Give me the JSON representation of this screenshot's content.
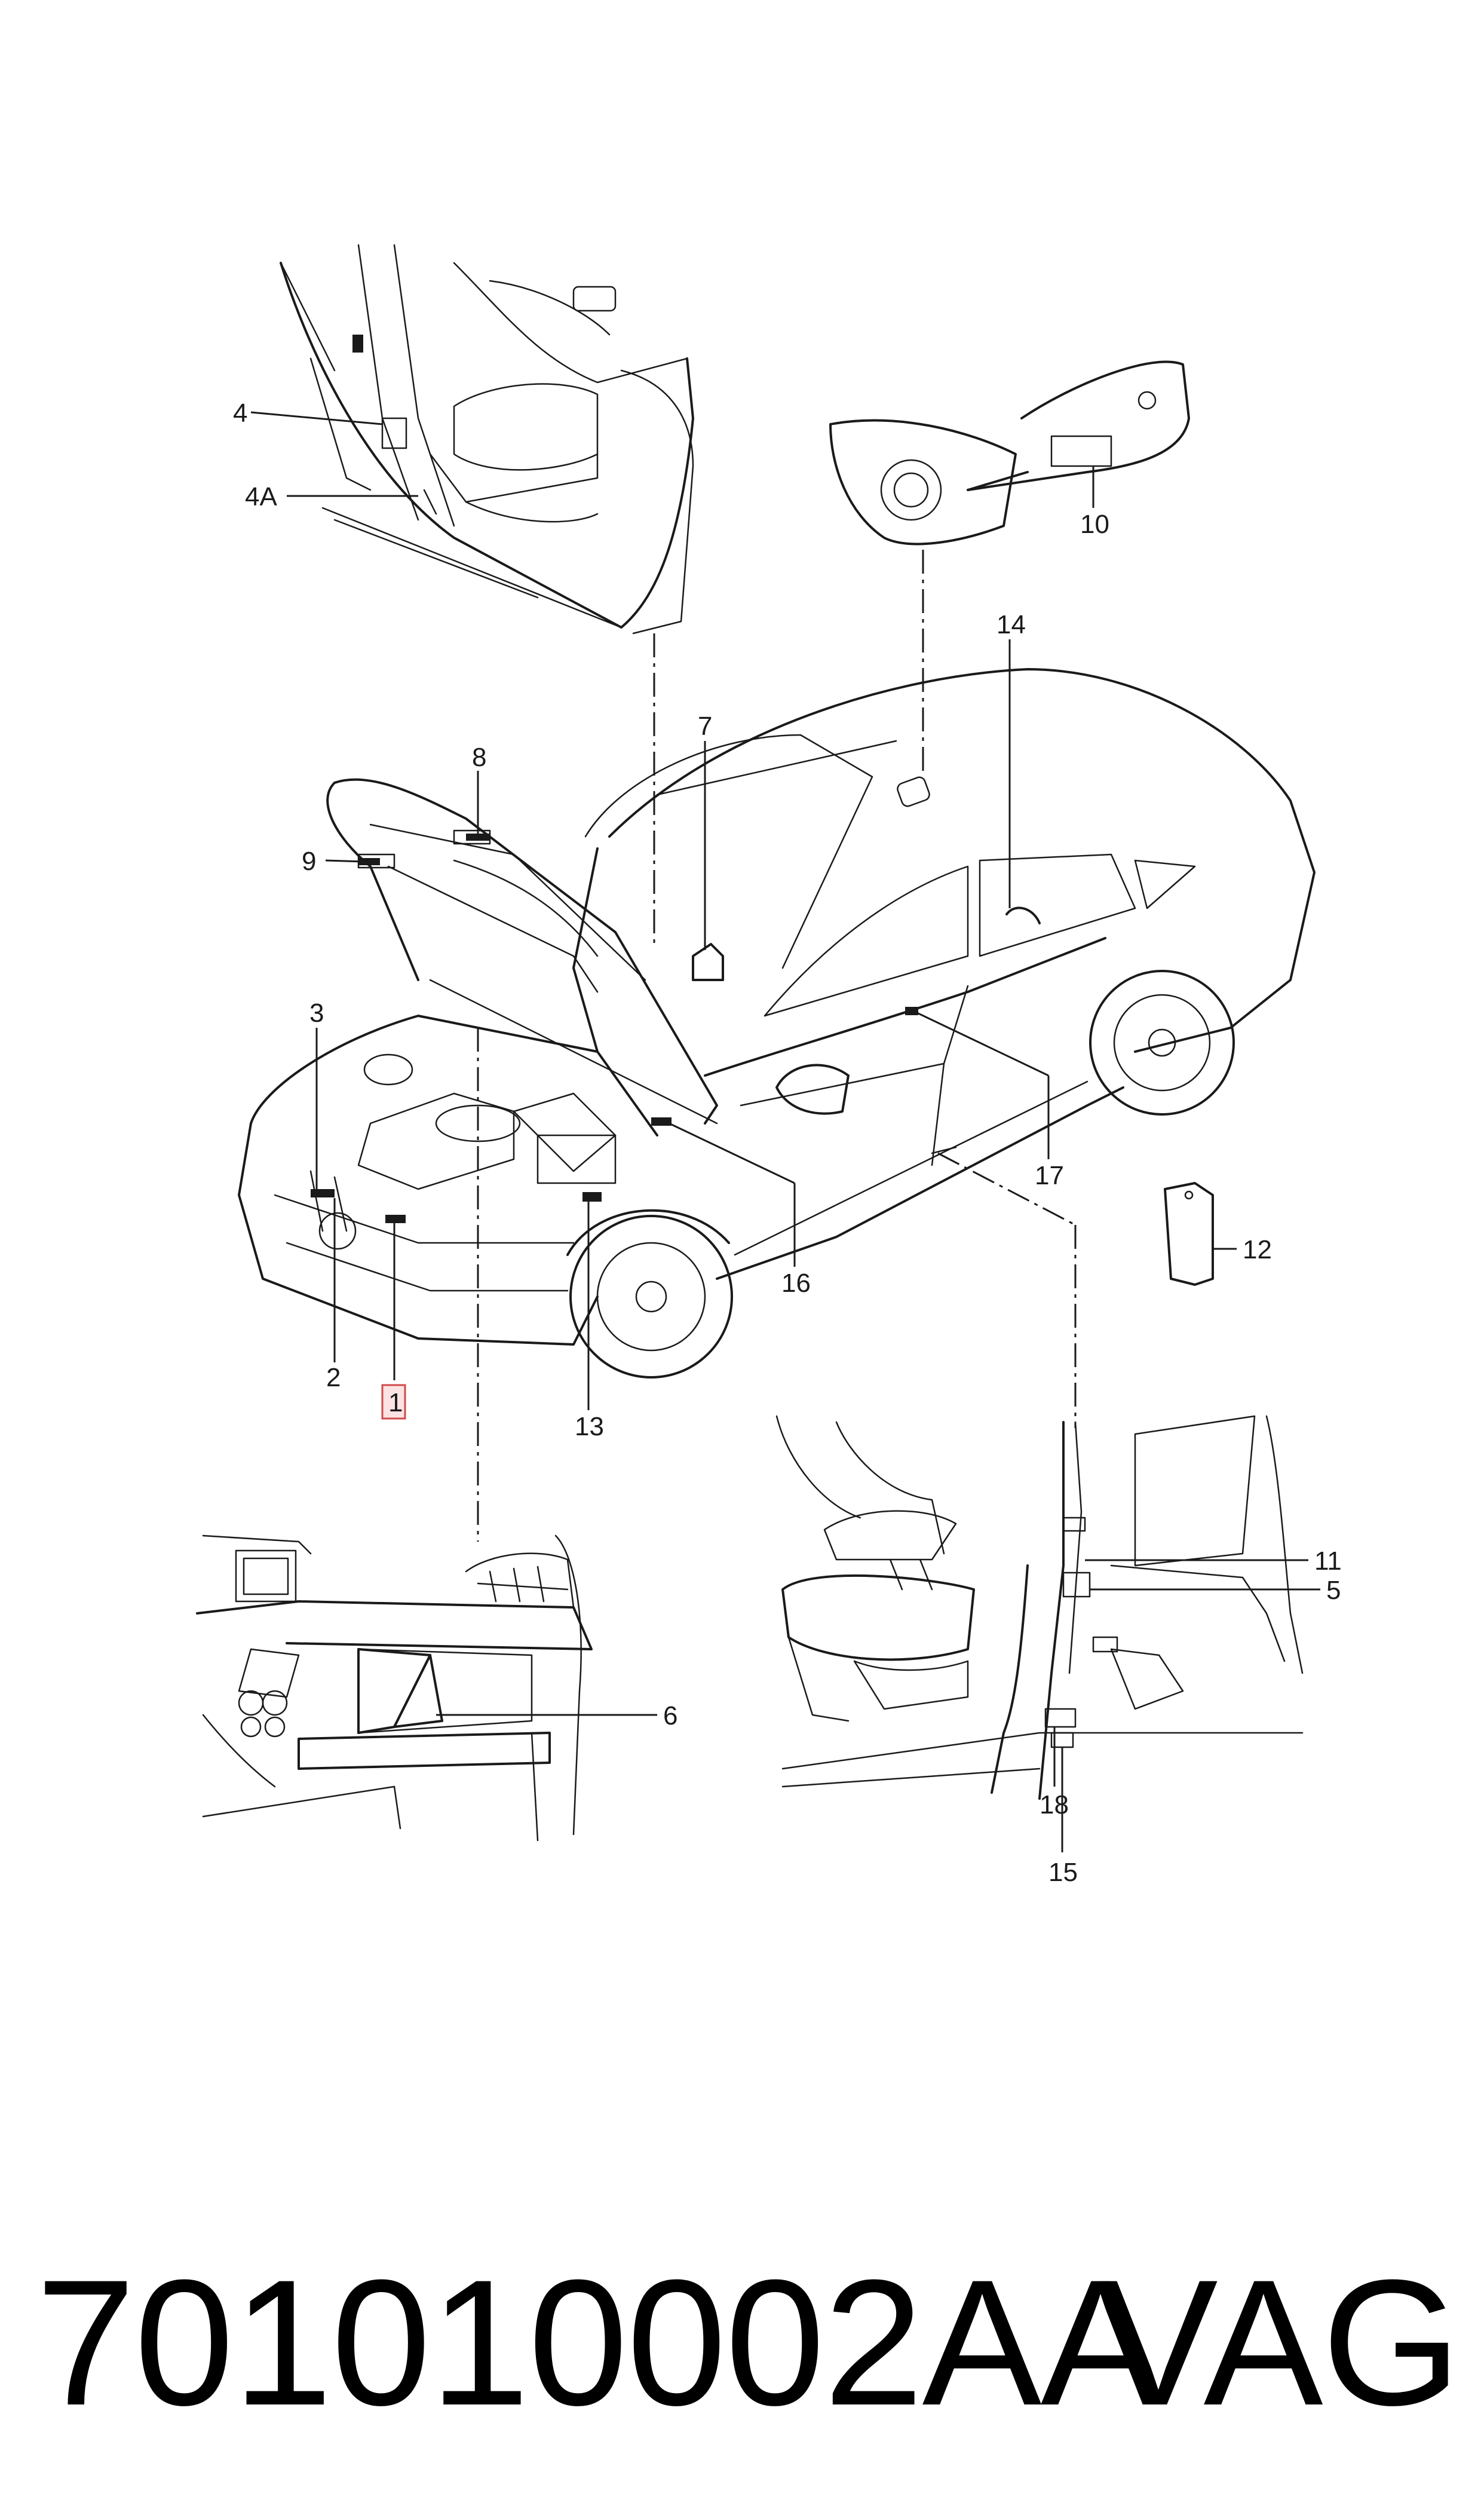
{
  "diagram": {
    "callouts": {
      "c1": "1",
      "c2": "2",
      "c3": "3",
      "c4": "4",
      "c4a": "4A",
      "c5": "5",
      "c6": "6",
      "c7": "7",
      "c8": "8",
      "c9": "9",
      "c10": "10",
      "c11": "11",
      "c12": "12",
      "c13": "13",
      "c14": "14",
      "c15": "15",
      "c16": "16",
      "c17": "17",
      "c18": "18"
    },
    "highlighted_callout": "1",
    "highlight_color": "#d14a4a",
    "line_color": "#1a1a1a"
  },
  "footer": {
    "part_number": "701010002AA",
    "brand": "VAG"
  }
}
